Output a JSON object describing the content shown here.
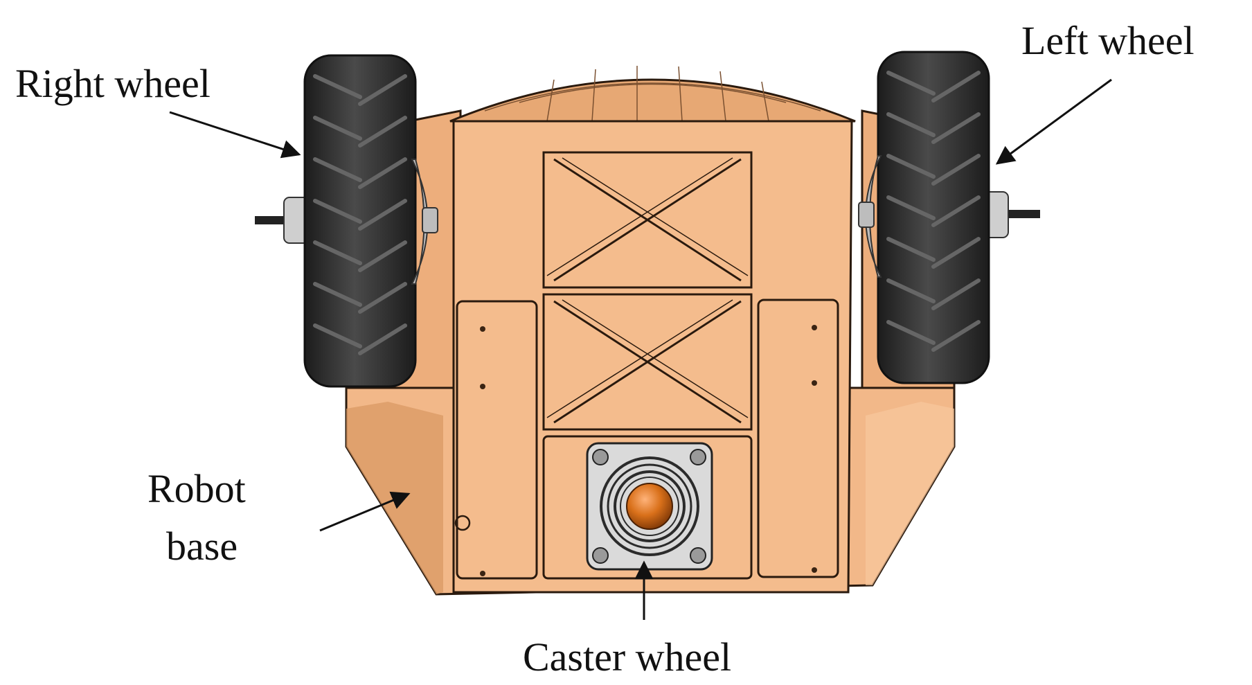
{
  "labels": {
    "right_wheel": "Right wheel",
    "left_wheel": "Left wheel",
    "robot_base_line1": "Robot",
    "robot_base_line2": "base",
    "caster_wheel": "Caster wheel"
  },
  "colors": {
    "base_fill": "#F2B889",
    "base_shade": "#D99A64",
    "base_outline": "#2A1A0E",
    "tire": "#2B2B2B",
    "tire_tread": "#555555",
    "hub": "#CFCFCF",
    "caster_ball": "#D9701A",
    "caster_plate": "#D8D8D8",
    "arrow": "#111111"
  }
}
